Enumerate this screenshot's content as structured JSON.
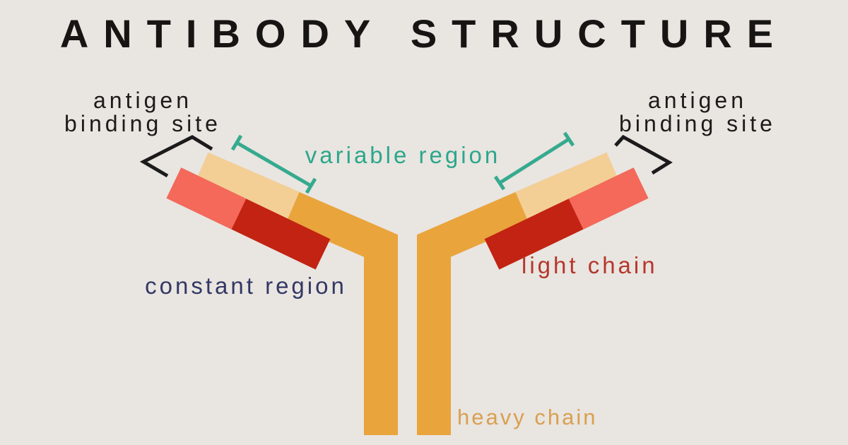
{
  "title": "ANTIBODY STRUCTURE",
  "labels": {
    "antigen_binding_site": {
      "line1": "antigen",
      "line2": "binding site"
    },
    "variable_region": "variable region",
    "constant_region": "constant region",
    "light_chain": "light chain",
    "heavy_chain": "heavy chain"
  },
  "colors": {
    "background": "#E9E5E1",
    "title_text": "#171513",
    "annotation_text": "#1D1B19",
    "bracket": "#1B1B1B",
    "measure_line": "#35AA8E",
    "heavy_chain_bar": "#E9A43C",
    "heavy_chain_variable_tip": "#F4CF95",
    "light_chain_constant_bar": "#C22312",
    "light_chain_variable_tip": "#F4695A",
    "variable_region_text": "#2BA78B",
    "constant_region_text": "#333864",
    "light_chain_text": "#B5372B",
    "heavy_chain_text": "#D9A050"
  },
  "structure": {
    "shape": "Y-shaped antibody",
    "parts": [
      {
        "part": "heavy chain",
        "count": 2,
        "note": "central bent bars, orange"
      },
      {
        "part": "light chain",
        "count": 2,
        "note": "outer short bars, red"
      },
      {
        "part": "variable region",
        "note": "lighter tips of both chains, marked by teal measure lines"
      },
      {
        "part": "constant region",
        "note": "darker lower portions of chains"
      },
      {
        "part": "antigen binding site",
        "count": 2,
        "note": "black brackets at arm tips"
      }
    ]
  }
}
